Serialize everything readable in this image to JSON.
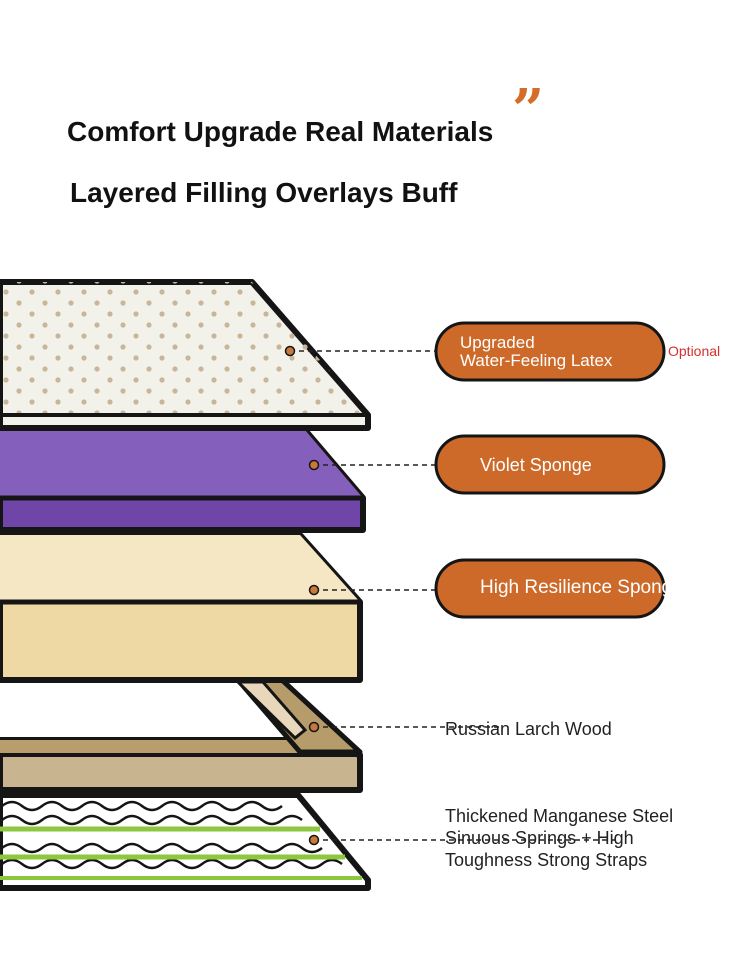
{
  "header": {
    "title_line1": "Comfort Upgrade Real Materials",
    "title_line2": "Layered Filling Overlays Buff",
    "quote_mark": "”"
  },
  "colors": {
    "accent": "#cd6a2a",
    "latex": "#f2f1ea",
    "violet": "#7f58b6",
    "sponge": "#eedcaa",
    "wood": "#c4b08a",
    "spring_green": "#8dc63f",
    "optional_red": "#d6302c"
  },
  "layers": [
    {
      "id": "latex",
      "label_lines": [
        "Upgraded",
        "Water-Feeling Latex"
      ],
      "tag": "Optional",
      "style": "pill"
    },
    {
      "id": "violet",
      "label_lines": [
        "Violet Sponge"
      ],
      "style": "pill"
    },
    {
      "id": "sponge",
      "label_lines": [
        "High Resilience Sponge"
      ],
      "style": "pill"
    },
    {
      "id": "wood",
      "label_lines": [
        "Russian Larch Wood"
      ],
      "style": "plain"
    },
    {
      "id": "springs",
      "label_lines": [
        "Thickened Manganese Steel",
        "Sinuous Springs + High",
        "Toughness Strong Straps"
      ],
      "style": "plain"
    }
  ]
}
